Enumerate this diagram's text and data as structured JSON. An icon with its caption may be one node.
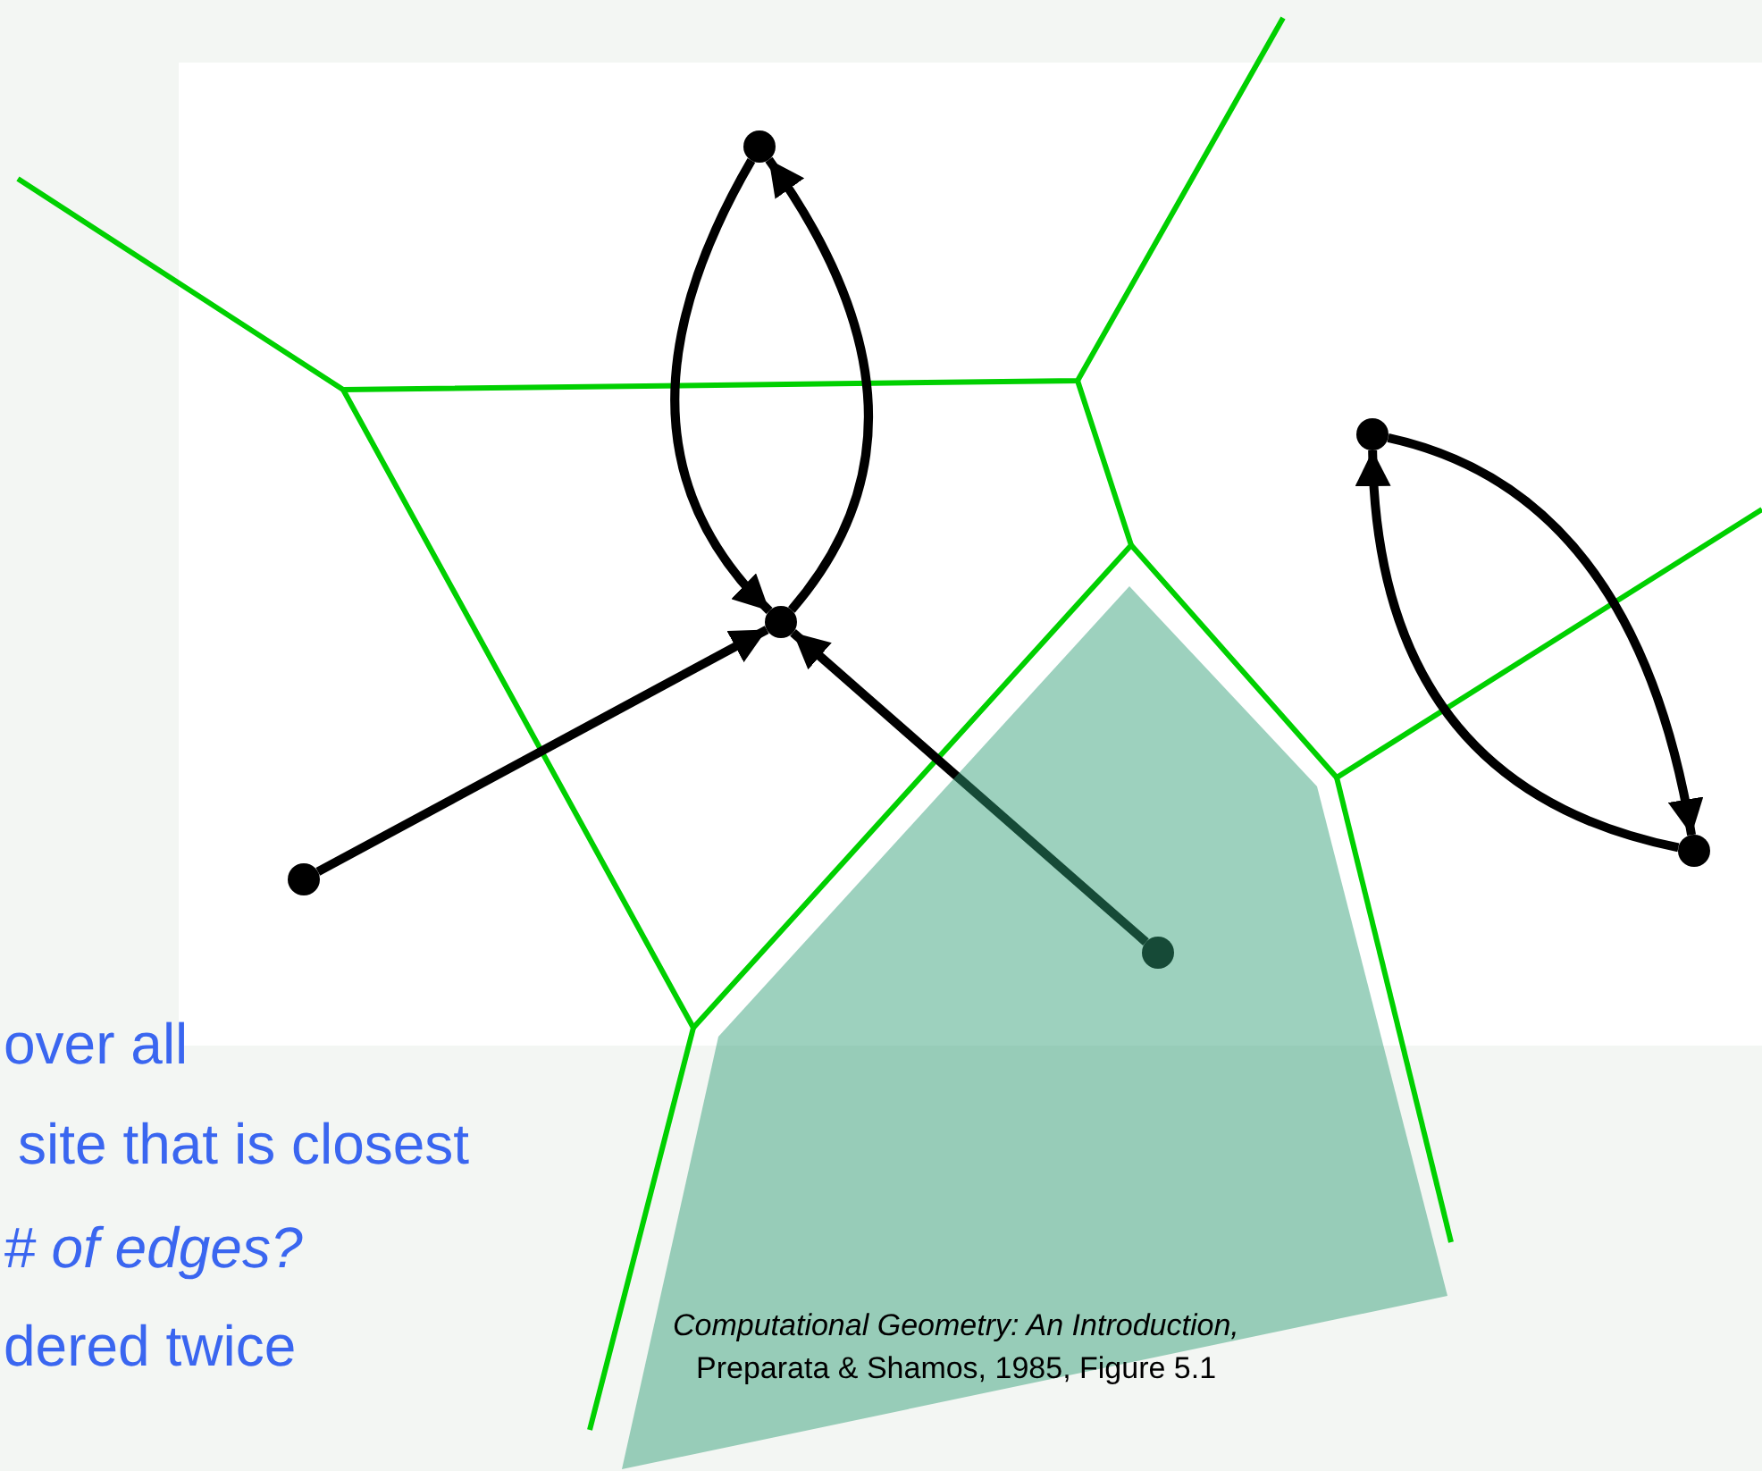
{
  "diagram": {
    "nodes": [
      {
        "text": [],
        "shape": "circle"
      },
      {
        "text": [],
        "shape": "circle"
      },
      {
        "text": [],
        "shape": "circle"
      },
      {
        "text": [],
        "shape": "circle"
      },
      {
        "text": [],
        "shape": "circle"
      },
      {
        "text": [],
        "shape": "circle"
      }
    ],
    "edges": [
      {
        "from": 0,
        "to": 1,
        "arrow": "to"
      },
      {
        "from": 1,
        "to": 0,
        "arrow": "to"
      },
      {
        "from": 2,
        "to": 1,
        "arrow": "to"
      },
      {
        "from": 3,
        "to": 1,
        "arrow": "to"
      },
      {
        "from": 4,
        "to": 5,
        "arrow": "to"
      },
      {
        "from": 5,
        "to": 4,
        "arrow": "to"
      }
    ],
    "labels": [
      "over all",
      "site that is closest",
      "# of edges?",
      "dered twice",
      "Computational Geometry: An Introduction,",
      "Preparata & Shamos, 1985, Figure 5.1"
    ]
  }
}
